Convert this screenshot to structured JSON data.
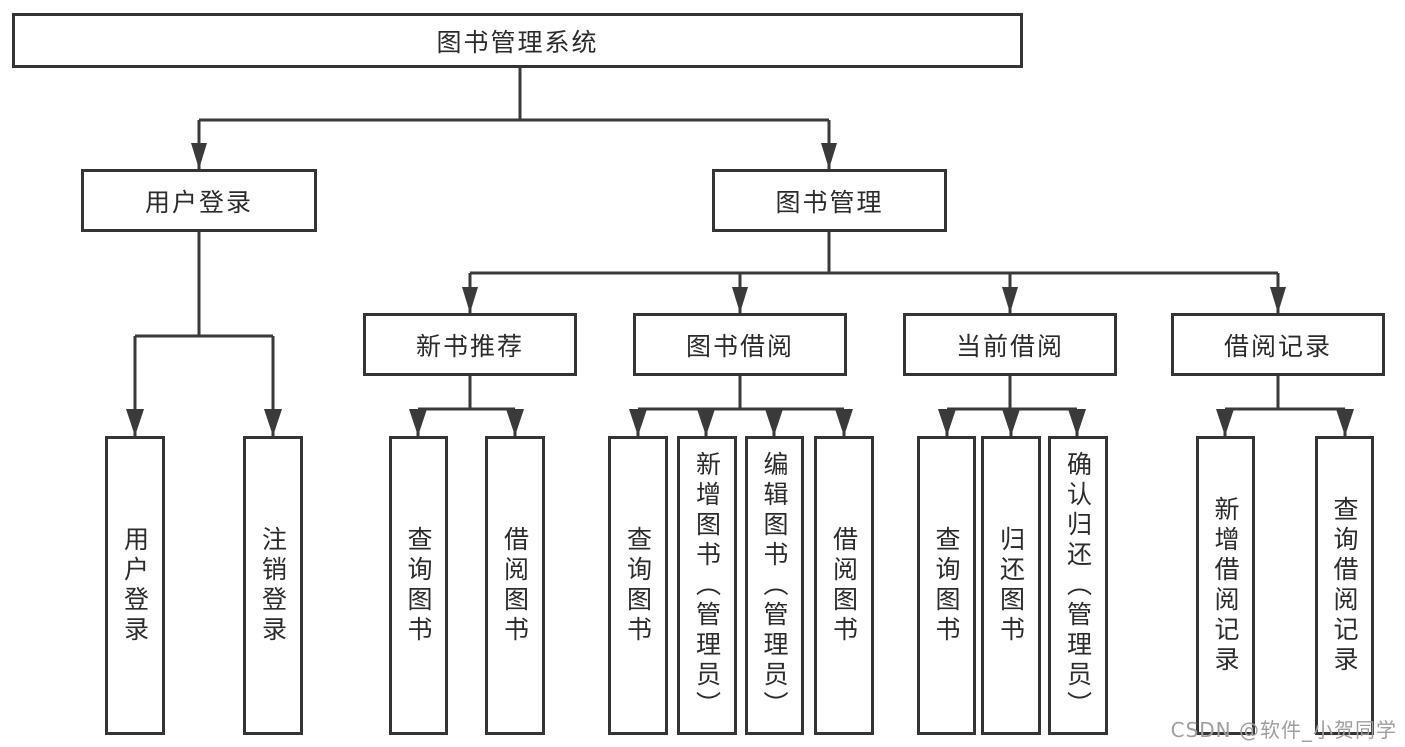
{
  "tree": {
    "root": {
      "label": "图书管理系统"
    },
    "level2": [
      {
        "label": "用户登录"
      },
      {
        "label": "图书管理"
      }
    ],
    "level3": [
      {
        "label": "新书推荐",
        "parent": "图书管理"
      },
      {
        "label": "图书借阅",
        "parent": "图书管理"
      },
      {
        "label": "当前借阅",
        "parent": "图书管理"
      },
      {
        "label": "借阅记录",
        "parent": "图书管理"
      }
    ],
    "leaves": [
      {
        "label": "用户登录",
        "parent": "用户登录"
      },
      {
        "label": "注销登录",
        "parent": "用户登录"
      },
      {
        "label": "查询图书",
        "parent": "新书推荐"
      },
      {
        "label": "借阅图书",
        "parent": "新书推荐"
      },
      {
        "label": "查询图书",
        "parent": "图书借阅"
      },
      {
        "label": "新增图书（管理员）",
        "parent": "图书借阅"
      },
      {
        "label": "编辑图书（管理员）",
        "parent": "图书借阅"
      },
      {
        "label": "借阅图书",
        "parent": "图书借阅"
      },
      {
        "label": "查询图书",
        "parent": "当前借阅"
      },
      {
        "label": "归还图书",
        "parent": "当前借阅"
      },
      {
        "label": "确认归还（管理员）",
        "parent": "当前借阅"
      },
      {
        "label": "新增借阅记录",
        "parent": "借阅记录"
      },
      {
        "label": "查询借阅记录",
        "parent": "借阅记录"
      }
    ]
  },
  "watermark": {
    "text": "CSDN @软件_小贺同学"
  },
  "colors": {
    "line": "#3a3a3a",
    "border": "#343434",
    "fill": "#ffffff",
    "text": "#2b2b2b",
    "watermark": "#9e9e9e",
    "bg": "#ffffff"
  }
}
